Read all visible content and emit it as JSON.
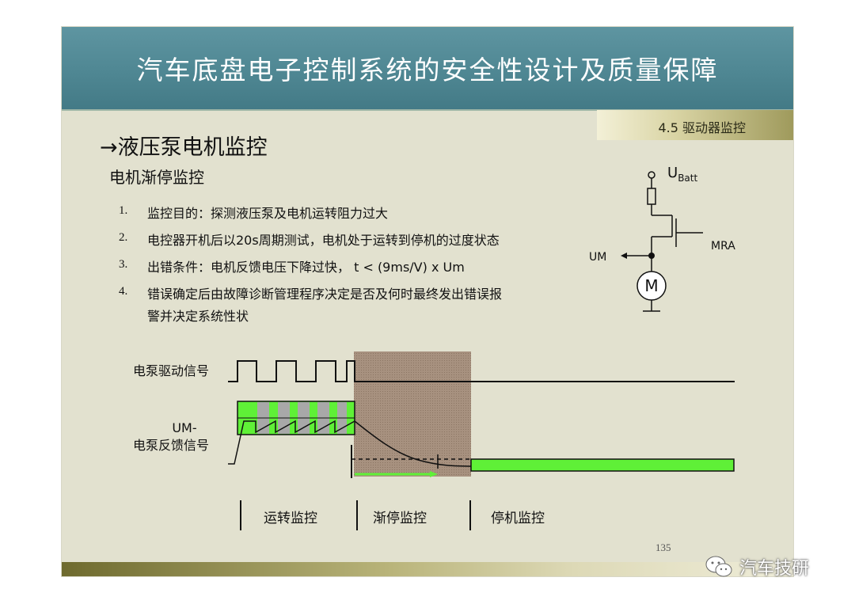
{
  "title": "汽车底盘电子控制系统的安全性设计及质量保障",
  "section_tab": "4.5 驱动器监控",
  "heading": "→液压泵电机监控",
  "subheading": "电机渐停监控",
  "list": [
    {
      "num": "1.",
      "text": "监控目的：探测液压泵及电机运转阻力过大"
    },
    {
      "num": "2.",
      "text": "电控器开机后以20s周期测试，电机处于运转到停机的过度状态"
    },
    {
      "num": "3.",
      "text": "出错条件：电机反馈电压下降过快， t < (9ms/V) x Um"
    },
    {
      "num": "4.",
      "text": "错误确定后由故障诊断管理程序决定是否及何时最终发出错误报"
    }
  ],
  "list_continuation": "警并决定系统性状",
  "circuit": {
    "supply_label": "U",
    "supply_subscript": "Batt",
    "mra_label": "MRA",
    "um_label": "UM",
    "motor_label": "M"
  },
  "signals": {
    "drive_label": "电泵驱动信号",
    "feedback_label_line1": "UM-",
    "feedback_label_line2": "电泵反馈信号"
  },
  "phases": [
    "运转监控",
    "渐停监控",
    "停机监控"
  ],
  "page_number": "135",
  "watermark": "汽车技研",
  "colors": {
    "title_bar": "#4f8793",
    "slide_bg": "#e2e1cf",
    "green": "#5ff037",
    "shade": "#a08a78"
  }
}
